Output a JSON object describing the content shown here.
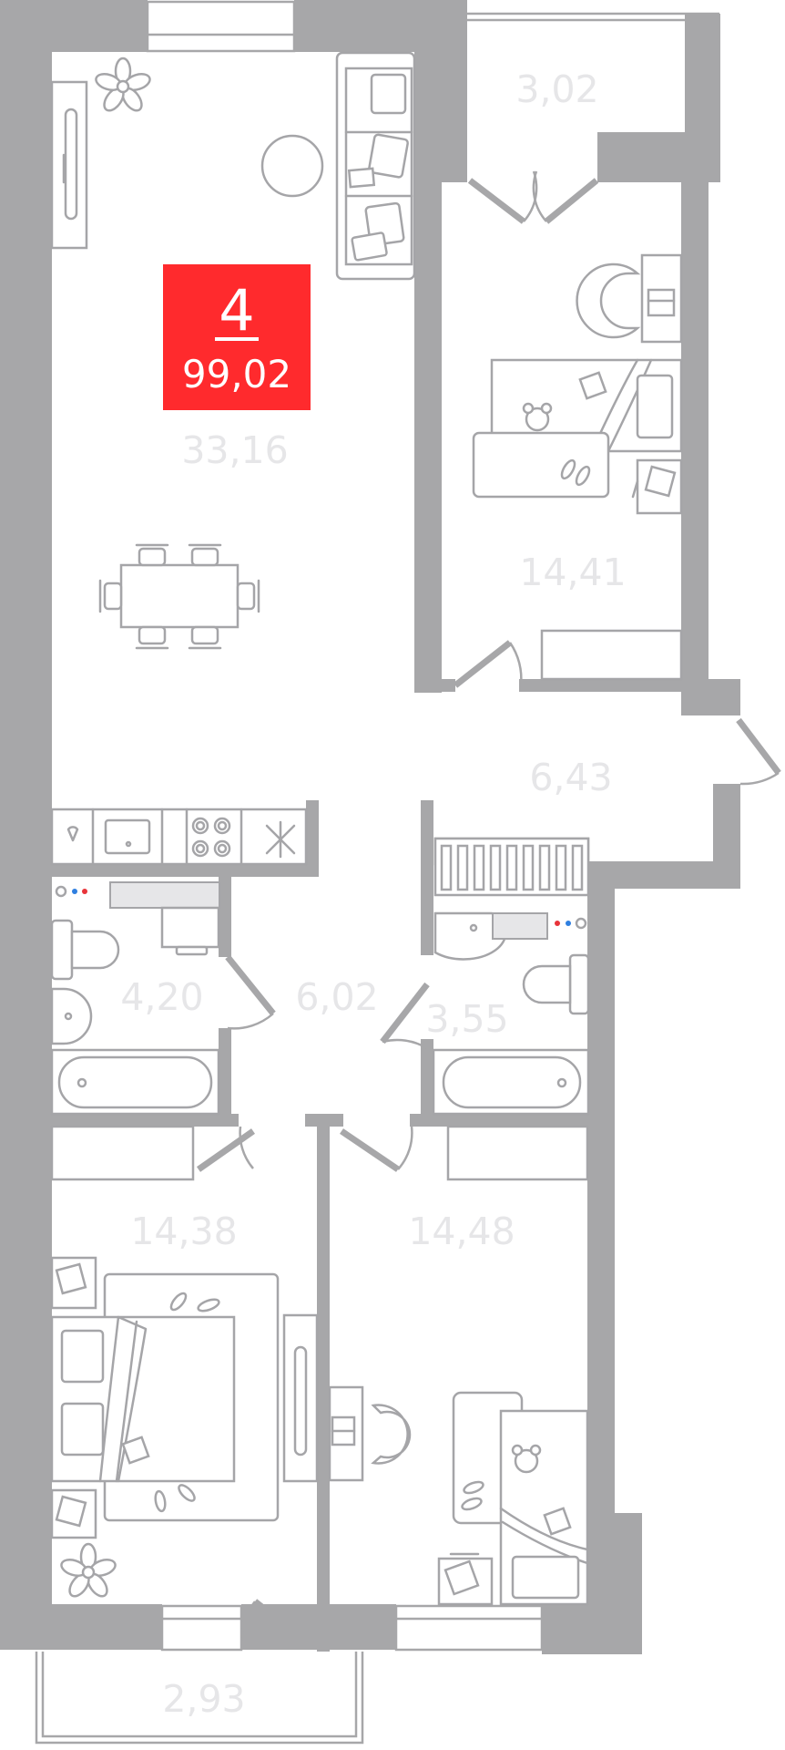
{
  "badge": {
    "rooms": "4",
    "total_area": "99,02",
    "color": "#ff2a2d"
  },
  "rooms": {
    "living": "33,16",
    "balcony_top": "3,02",
    "bedroom_top_right": "14,41",
    "hall_right": "6,43",
    "bathroom_left": "4,20",
    "hall_center": "6,02",
    "bathroom_right": "3,55",
    "bedroom_bottom_left": "14,38",
    "bedroom_bottom_right": "14,48",
    "balcony_bottom": "2,93"
  },
  "colors": {
    "wall": "#a7a7a9",
    "furniture_line": "#a5a5a8",
    "area_label": "#e6e6e8",
    "tap_hot": "#e8343a",
    "tap_cold": "#2f7fe0"
  }
}
